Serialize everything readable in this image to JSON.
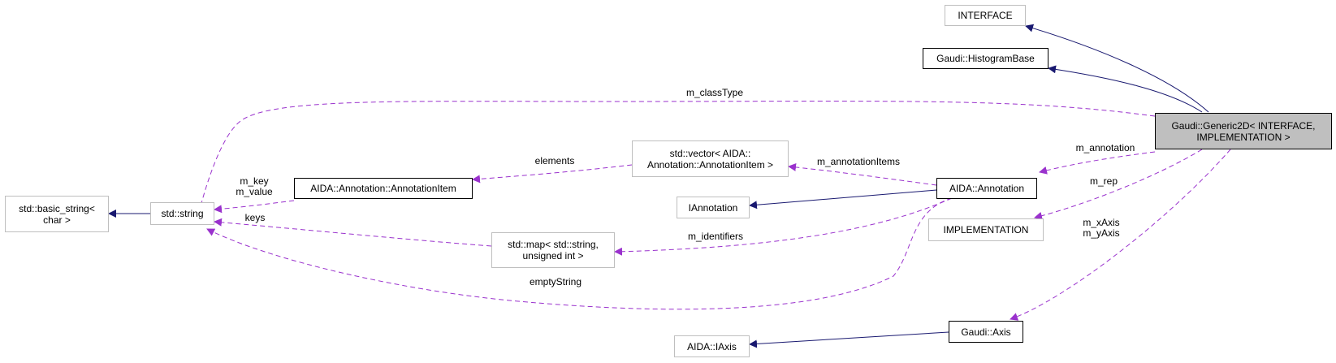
{
  "nodes": {
    "interface": "INTERFACE",
    "histogram_base": "Gaudi::HistogramBase",
    "generic2d": "Gaudi::Generic2D< INTERFACE,\nIMPLEMENTATION >",
    "vector_items": "std::vector< AIDA::\nAnnotation::AnnotationItem >",
    "annotation_item": "AIDA::Annotation::AnnotationItem",
    "annotation": "AIDA::Annotation",
    "basic_string": "std::basic_string<\nchar >",
    "std_string": "std::string",
    "iannotation": "IAnnotation",
    "implementation": "IMPLEMENTATION",
    "std_map": "std::map< std::string,\nunsigned int >",
    "axis": "Gaudi::Axis",
    "iaxis": "AIDA::IAxis"
  },
  "edge_labels": {
    "m_classType": "m_classType",
    "m_annotation": "m_annotation",
    "elements": "elements",
    "m_annotationItems": "m_annotationItems",
    "m_key_value": "m_key\nm_value",
    "m_rep": "m_rep",
    "keys": "keys",
    "m_identifiers": "m_identifiers",
    "m_axes": "m_xAxis\nm_yAxis",
    "emptyString": "emptyString"
  },
  "colors": {
    "inheritance": "#191970",
    "usage": "#9a32cd",
    "node_border_grey": "#bfbfbf",
    "node_border_dark": "#000000",
    "focus_fill": "#bfbfbf"
  }
}
